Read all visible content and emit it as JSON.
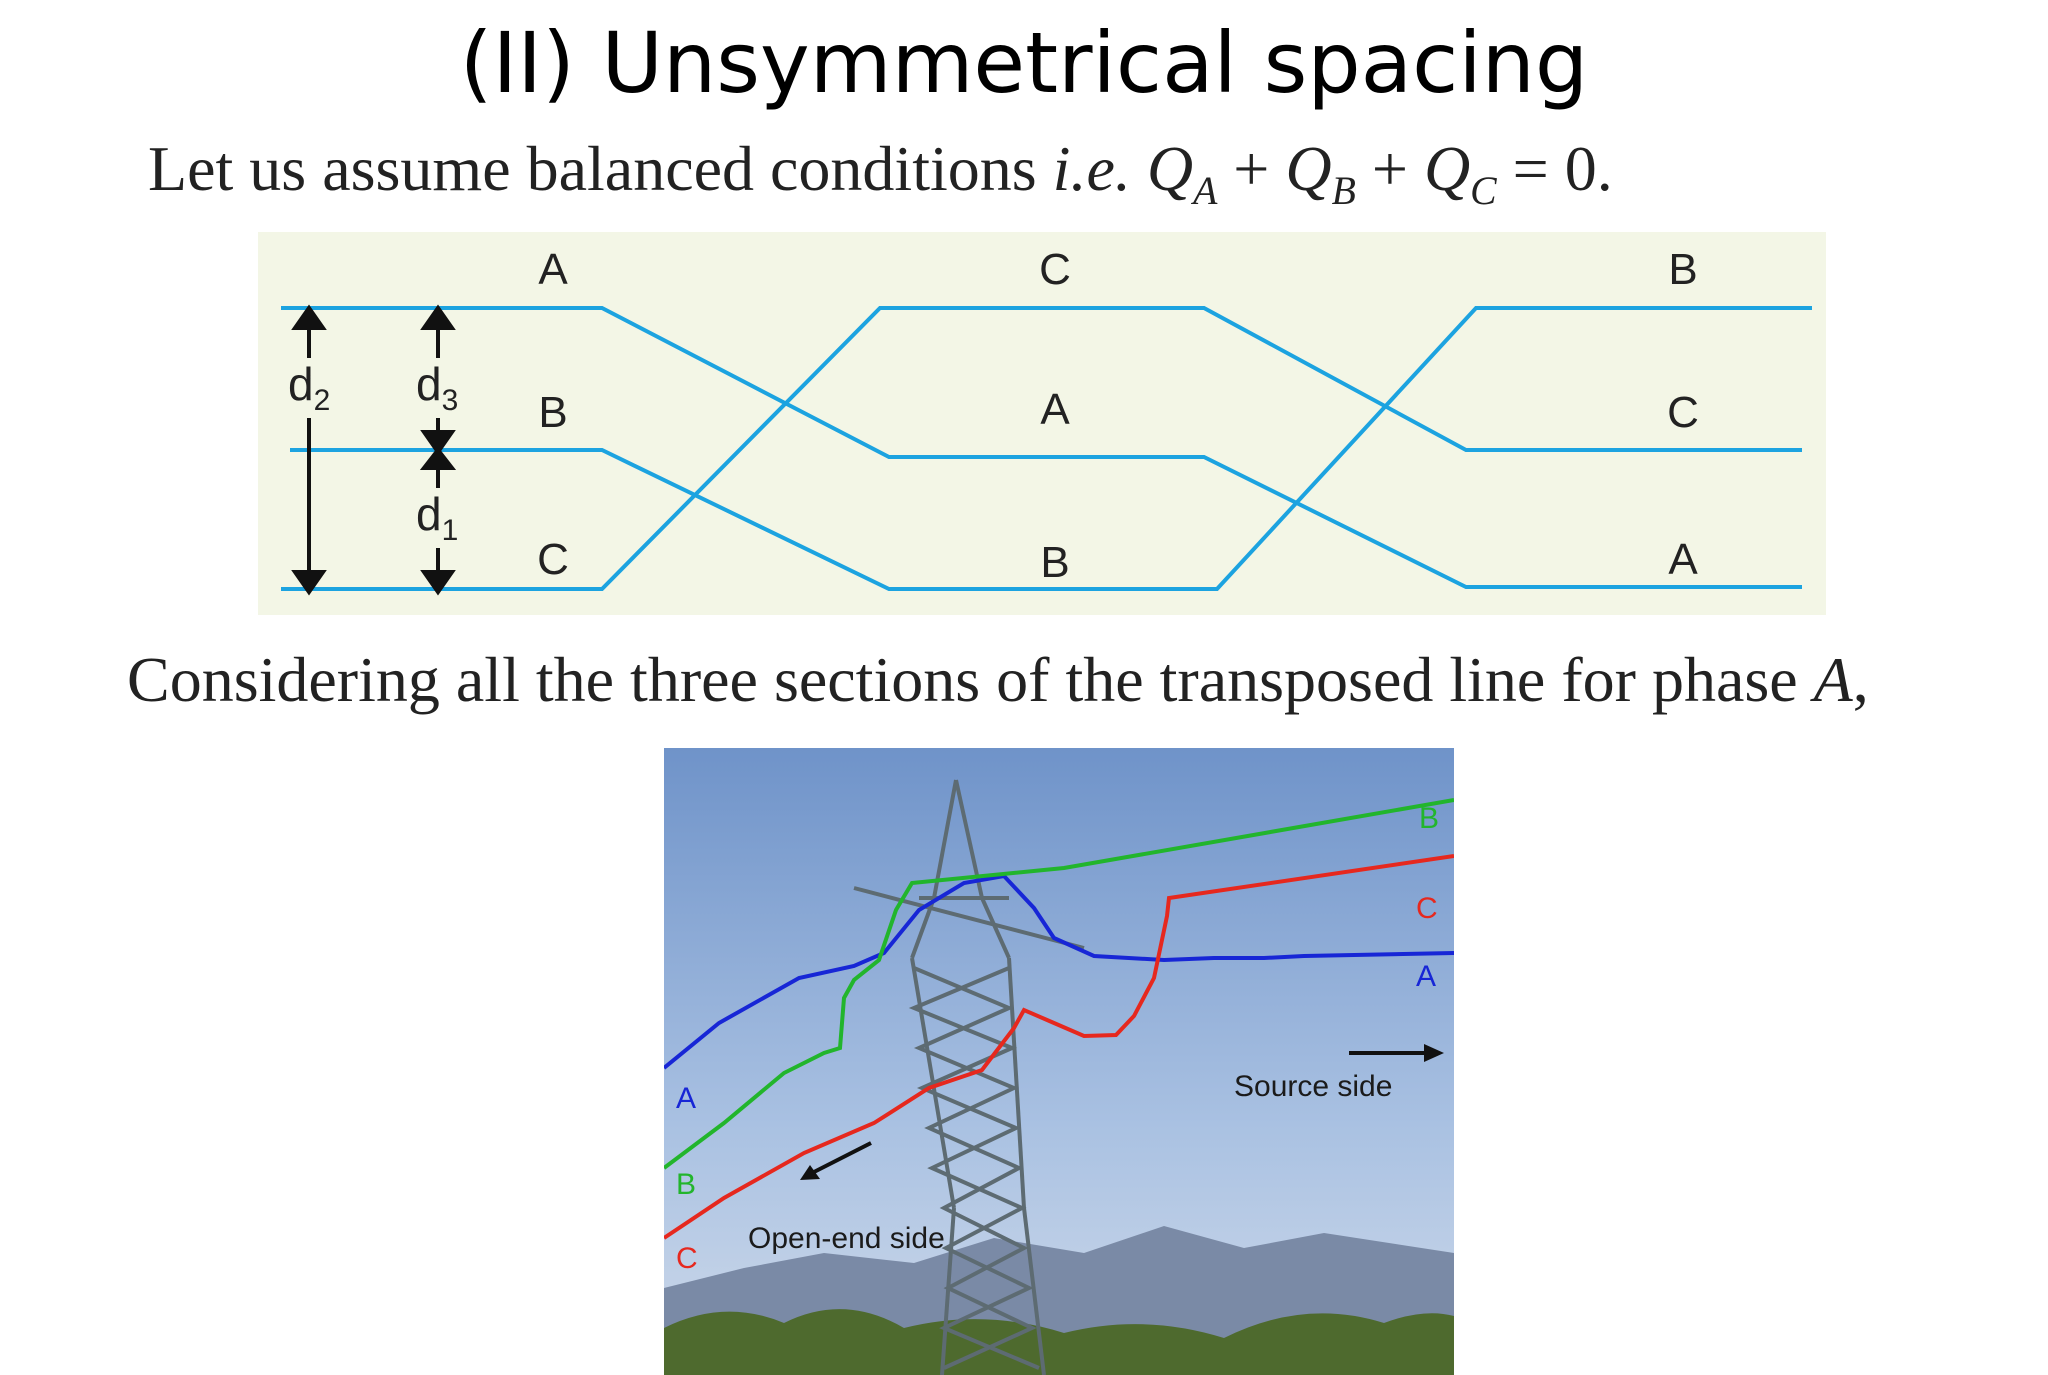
{
  "title": "(II) Unsymmetrical spacing",
  "line1": {
    "prefix": "Let us assume balanced conditions ",
    "ie": "i.e.",
    "q": "Q",
    "sub_a": "A",
    "sub_b": "B",
    "sub_c": "C",
    "plus": " + ",
    "equals_zero": " = 0."
  },
  "diagram": {
    "top_labels": [
      "A",
      "C",
      "B"
    ],
    "mid_labels": [
      "B",
      "A",
      "C"
    ],
    "bot_labels": [
      "C",
      "B",
      "A"
    ],
    "dim_d2": "d",
    "dim_d2_sub": "2",
    "dim_d3": "d",
    "dim_d3_sub": "3",
    "dim_d1": "d",
    "dim_d1_sub": "1",
    "colors": {
      "background": "#f3f6e6",
      "wire": "#1ca3e0",
      "arrow": "#111111"
    }
  },
  "line2": {
    "text": "Considering all the three sections of the transposed line for phase ",
    "phase": "A",
    "tail": ","
  },
  "photo": {
    "label_a_top": "A",
    "label_b_top": "B",
    "label_c_top": "C",
    "label_a_left": "A",
    "label_b_left": "B",
    "label_c_left": "C",
    "source_side": "Source side",
    "open_end_side": "Open-end side",
    "colors": {
      "phase_a": "#1726d6",
      "phase_b": "#22b52c",
      "phase_c": "#e6281e"
    }
  }
}
